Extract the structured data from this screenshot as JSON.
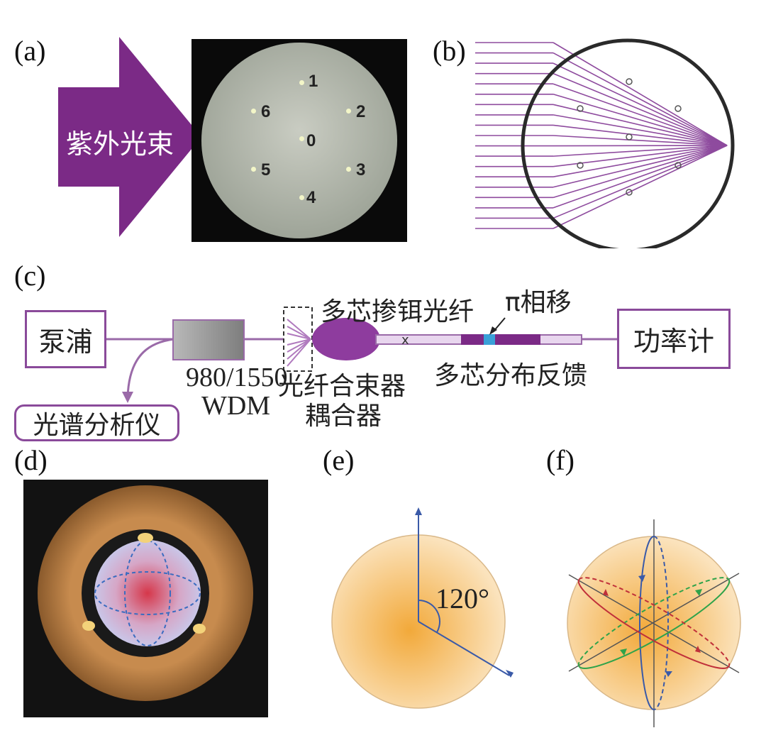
{
  "panel_a": {
    "label": "(a)",
    "beam_text": "紫外光束",
    "core_labels": [
      "0",
      "1",
      "2",
      "3",
      "4",
      "5",
      "6"
    ]
  },
  "panel_b": {
    "label": "(b)"
  },
  "panel_c": {
    "label": "(c)",
    "pump": "泵浦",
    "wdm_line1": "980/1550",
    "wdm_line2": "WDM",
    "combiner_line1": "光纤合束器",
    "combiner_line2": "耦合器",
    "fiber": "多芯掺铒光纤",
    "phase_shift": "π相移",
    "mcdfb": "多芯分布反馈",
    "power_meter": "功率计",
    "osa": "光谱分析仪"
  },
  "panel_d": {
    "label": "(d)"
  },
  "panel_e": {
    "label": "(e)",
    "angle": "120°"
  },
  "panel_f": {
    "label": "(f)"
  },
  "colors": {
    "purple": "#7b2a86",
    "frame": "#8a4a9a",
    "sphere": "#f5b347",
    "blue": "#3a5aa8"
  }
}
